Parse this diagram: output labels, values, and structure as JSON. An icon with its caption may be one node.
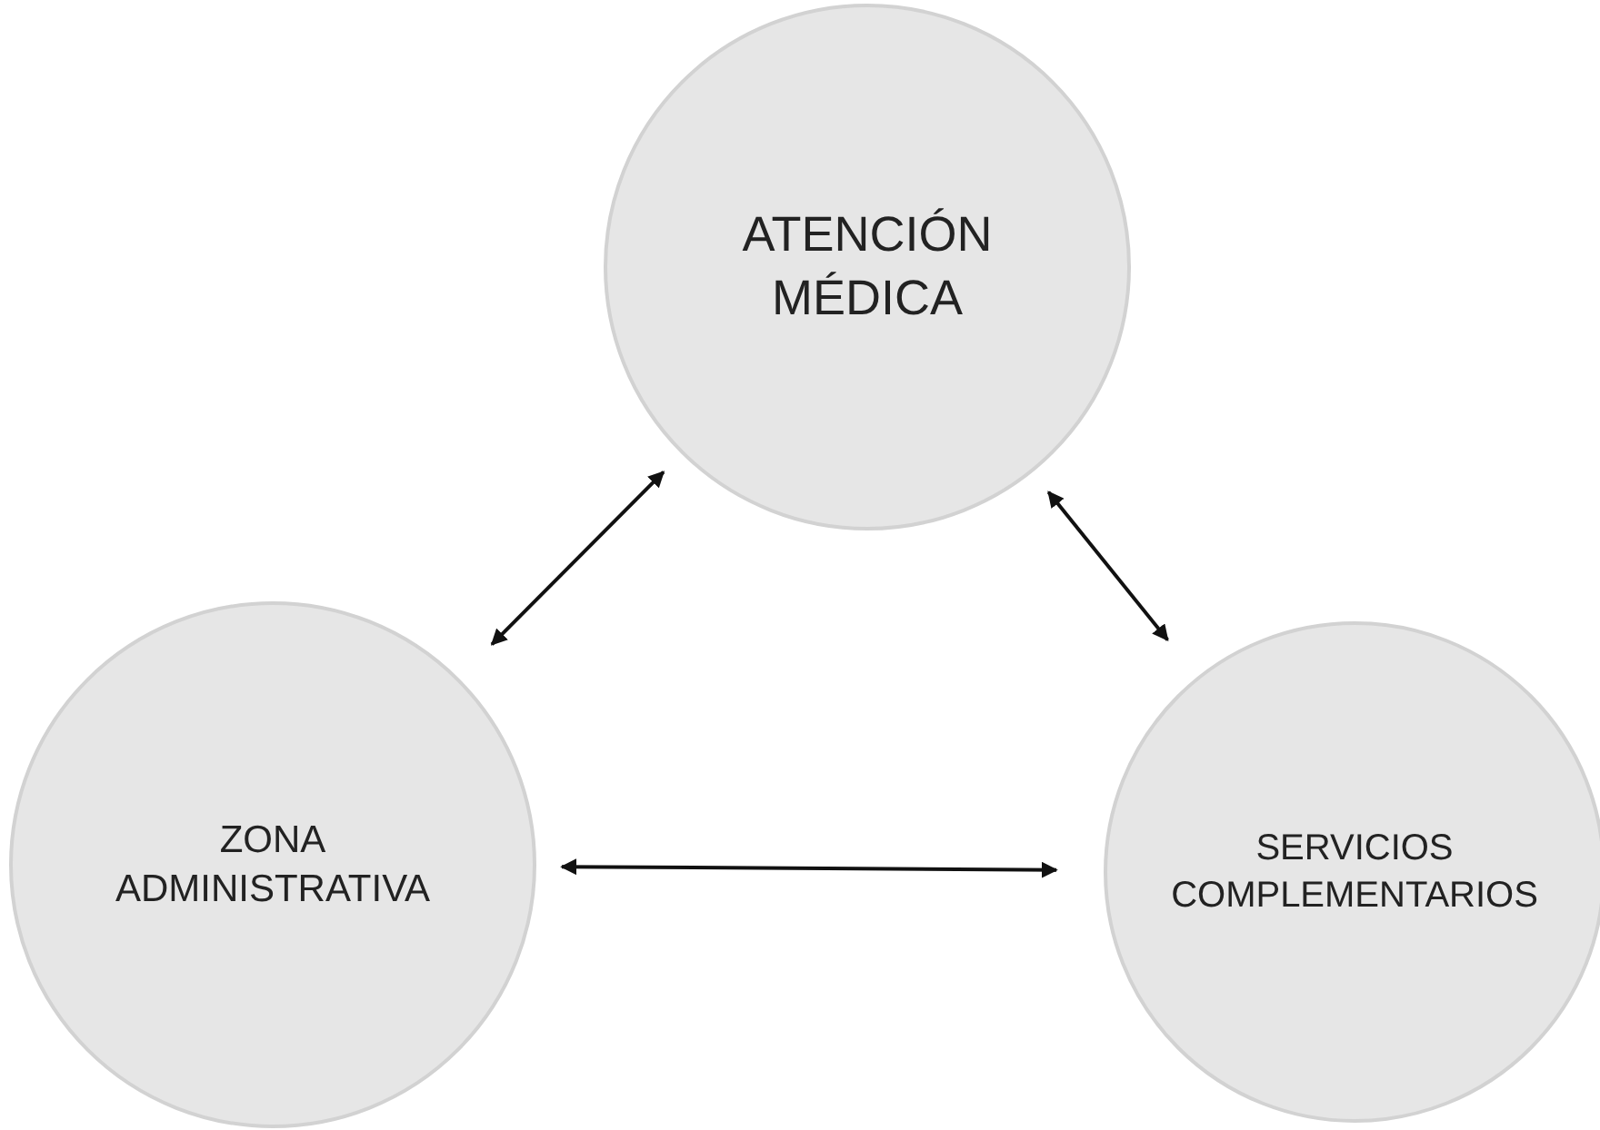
{
  "diagram": {
    "nodes": [
      {
        "text": [
          "ATENCIÓN MÉDICA"
        ]
      },
      {
        "text": [
          "ZONA ADMINISTRATIVA"
        ]
      },
      {
        "text": [
          "SERVICIOS COMPLEMENTARIOS"
        ]
      }
    ],
    "edges": [
      {
        "from": 0,
        "to": 1,
        "arrow": "both"
      },
      {
        "from": 0,
        "to": 2,
        "arrow": "both"
      },
      {
        "from": 1,
        "to": 2,
        "arrow": "both"
      }
    ]
  }
}
